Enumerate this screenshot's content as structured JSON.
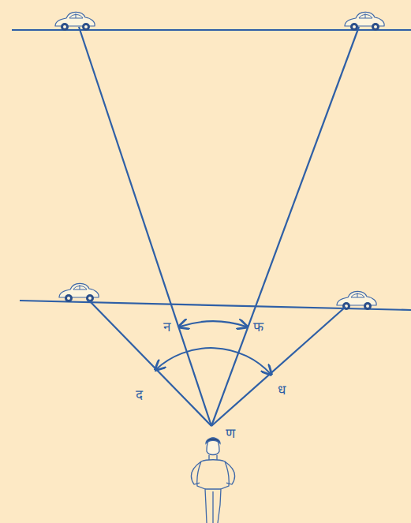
{
  "diagram": {
    "labels": [
      "न",
      "फ",
      "द",
      "ध",
      "ण"
    ]
  }
}
